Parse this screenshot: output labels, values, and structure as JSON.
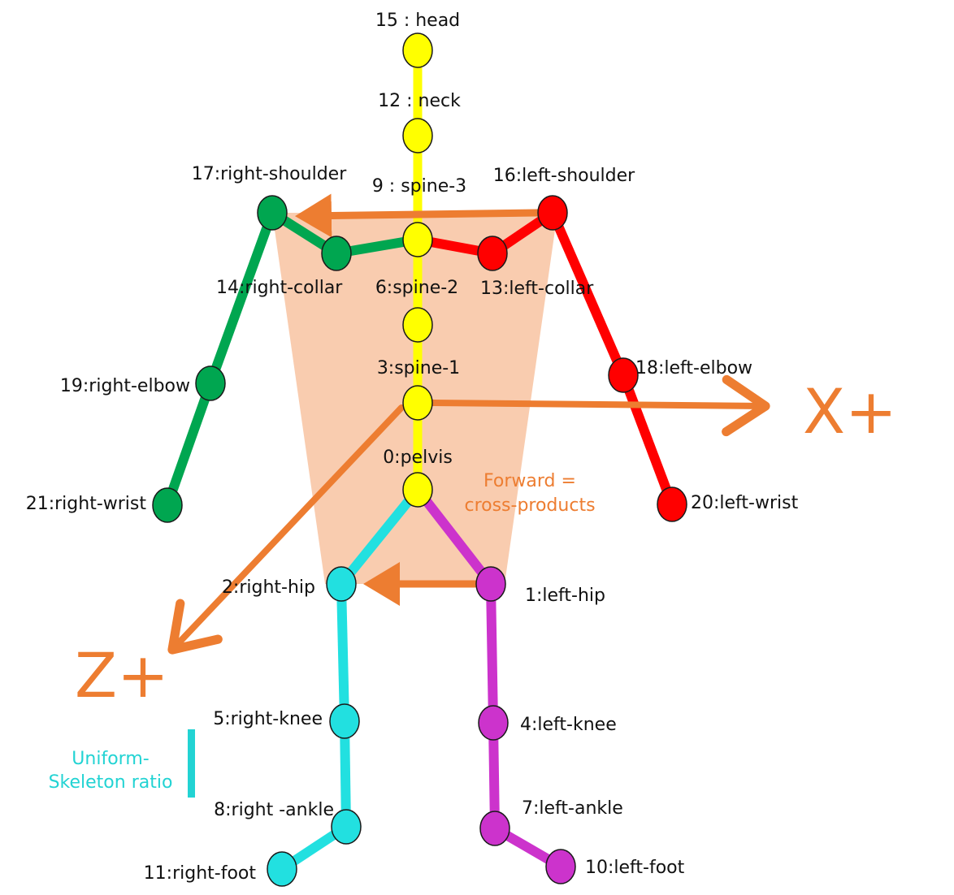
{
  "colors": {
    "spine": "#ffff00",
    "right_arm": "#00a650",
    "left_arm": "#ff0000",
    "right_leg": "#22e0e0",
    "left_leg": "#cc33cc",
    "axis": "#ed7d31",
    "torso_fill": "#f8c7a6",
    "note_uniform": "#22d3d3"
  },
  "joints": [
    {
      "id": 15,
      "label": "15 : head",
      "group": "spine"
    },
    {
      "id": 12,
      "label": "12 : neck",
      "group": "spine"
    },
    {
      "id": 9,
      "label": "9 : spine-3",
      "group": "spine"
    },
    {
      "id": 6,
      "label": "6:spine-2",
      "group": "spine"
    },
    {
      "id": 3,
      "label": "3:spine-1",
      "group": "spine"
    },
    {
      "id": 0,
      "label": "0:pelvis",
      "group": "spine"
    },
    {
      "id": 17,
      "label": "17:right-shoulder",
      "group": "right_arm"
    },
    {
      "id": 14,
      "label": "14:right-collar",
      "group": "right_arm"
    },
    {
      "id": 19,
      "label": "19:right-elbow",
      "group": "right_arm"
    },
    {
      "id": 21,
      "label": "21:right-wrist",
      "group": "right_arm"
    },
    {
      "id": 16,
      "label": "16:left-shoulder",
      "group": "left_arm"
    },
    {
      "id": 13,
      "label": "13:left-collar",
      "group": "left_arm"
    },
    {
      "id": 18,
      "label": "18:left-elbow",
      "group": "left_arm"
    },
    {
      "id": 20,
      "label": "20:left-wrist",
      "group": "left_arm"
    },
    {
      "id": 2,
      "label": "2:right-hip",
      "group": "right_leg"
    },
    {
      "id": 5,
      "label": "5:right-knee",
      "group": "right_leg"
    },
    {
      "id": 8,
      "label": "8:right -ankle",
      "group": "right_leg"
    },
    {
      "id": 11,
      "label": "11:right-foot",
      "group": "right_leg"
    },
    {
      "id": 1,
      "label": "1:left-hip",
      "group": "left_leg"
    },
    {
      "id": 4,
      "label": "4:left-knee",
      "group": "left_leg"
    },
    {
      "id": 7,
      "label": "7:left-ankle",
      "group": "left_leg"
    },
    {
      "id": 10,
      "label": "10:left-foot",
      "group": "left_leg"
    }
  ],
  "bones": [
    [
      15,
      12,
      "spine"
    ],
    [
      12,
      9,
      "spine"
    ],
    [
      9,
      6,
      "spine"
    ],
    [
      6,
      3,
      "spine"
    ],
    [
      3,
      0,
      "spine"
    ],
    [
      9,
      14,
      "right_arm"
    ],
    [
      14,
      17,
      "right_arm"
    ],
    [
      17,
      19,
      "right_arm"
    ],
    [
      19,
      21,
      "right_arm"
    ],
    [
      9,
      13,
      "left_arm"
    ],
    [
      13,
      16,
      "left_arm"
    ],
    [
      16,
      18,
      "left_arm"
    ],
    [
      18,
      20,
      "left_arm"
    ],
    [
      0,
      2,
      "right_leg"
    ],
    [
      2,
      5,
      "right_leg"
    ],
    [
      5,
      8,
      "right_leg"
    ],
    [
      8,
      11,
      "right_leg"
    ],
    [
      0,
      1,
      "left_leg"
    ],
    [
      1,
      4,
      "left_leg"
    ],
    [
      4,
      7,
      "left_leg"
    ],
    [
      7,
      10,
      "left_leg"
    ]
  ],
  "axes": {
    "x_label": "X+",
    "z_label": "Z+"
  },
  "notes": {
    "forward_line1": "Forward =",
    "forward_line2": "cross-products",
    "uniform_line1": "Uniform-",
    "uniform_line2": "Skeleton ratio"
  }
}
